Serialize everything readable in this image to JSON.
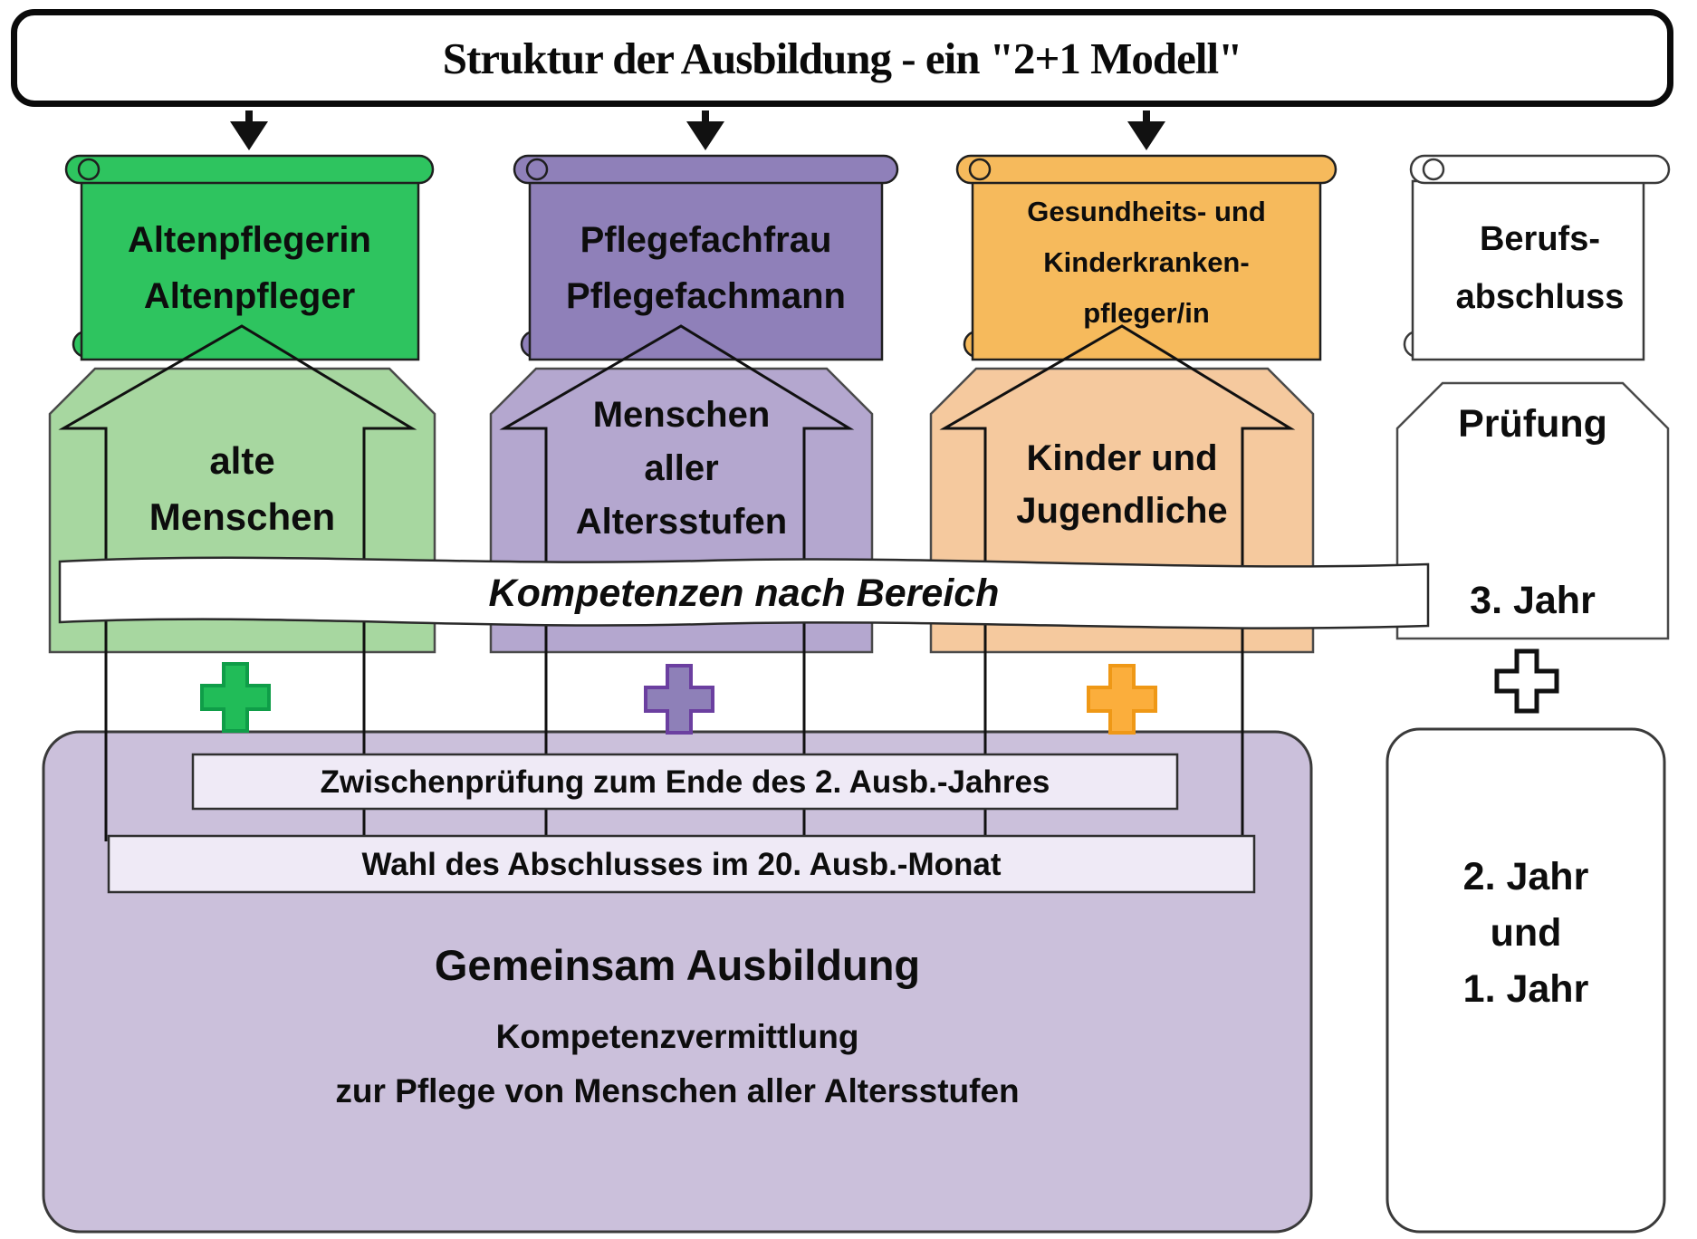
{
  "title": "Struktur der Ausbildung - ein \"2+1 Modell\"",
  "banner": {
    "label": "Kompetenzen nach Bereich"
  },
  "columns": [
    {
      "name": "altenpflege",
      "scroll_lines": [
        "Altenpflegerin",
        "Altenpfleger"
      ],
      "target_lines": [
        "alte",
        "Menschen"
      ],
      "colors": {
        "scroll": "#2ec45f",
        "block": "#a7d7a0",
        "plus": "#21bc58"
      }
    },
    {
      "name": "pflegefach",
      "scroll_lines": [
        "Pflegefachfrau",
        "Pflegefachmann"
      ],
      "target_lines": [
        "Menschen",
        "aller",
        "Altersstufen"
      ],
      "colors": {
        "scroll": "#8f80b9",
        "block": "#b4a7cf",
        "plus": "#8e80b8"
      }
    },
    {
      "name": "kinderkrankenpflege",
      "scroll_lines": [
        "Gesundheits- und",
        "Kinderkranken-",
        "pfleger/in"
      ],
      "target_lines": [
        "Kinder und",
        "Jugendliche"
      ],
      "colors": {
        "scroll": "#f6ba5c",
        "block": "#f5c99e",
        "plus": "#fbae3c"
      }
    },
    {
      "name": "berufsabschluss",
      "scroll_lines": [
        "Berufs-",
        "abschluss"
      ],
      "exam_label": "Prüfung",
      "year3_label": "3. Jahr",
      "colors": {
        "scroll": "#ffffff",
        "block": "#ffffff",
        "plus": "#ffffff"
      }
    }
  ],
  "common_training": {
    "bar_zwischenpruefung": "Zwischenprüfung zum Ende des 2. Ausb.-Jahres",
    "bar_wahl": "Wahl des Abschlusses im 20. Ausb.-Monat",
    "heading": "Gemeinsam Ausbildung",
    "subline1": "Kompetenzvermittlung",
    "subline2": "zur Pflege von Menschen aller Altersstufen",
    "box_fill": "#cbc0db",
    "bar_fill": "#efeaf6"
  },
  "years_box": {
    "lines": [
      "2. Jahr",
      "und",
      "1. Jahr"
    ]
  }
}
